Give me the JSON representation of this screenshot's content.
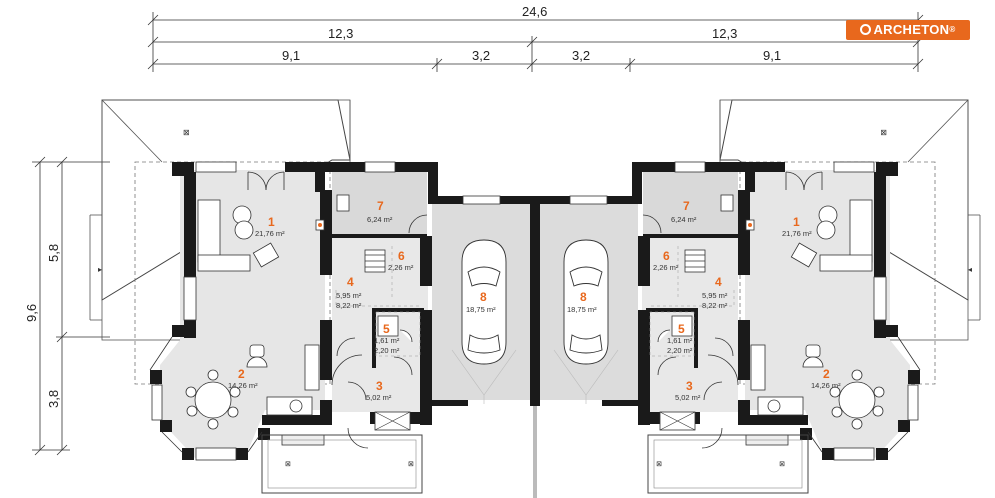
{
  "dimensions": {
    "total": "24,6",
    "halves": [
      "12,3",
      "12,3"
    ],
    "segments": [
      "9,1",
      "3,2",
      "3,2",
      "9,1"
    ],
    "vertical_total": "9,6",
    "vertical_parts": [
      "5,8",
      "3,8"
    ]
  },
  "logo": {
    "text": "ARCHETON",
    "mark": "®"
  },
  "left_unit": {
    "rooms": [
      {
        "num": "1",
        "area": "21,76 m²"
      },
      {
        "num": "2",
        "area": "14,26 m²"
      },
      {
        "num": "3",
        "area": "5,02 m²"
      },
      {
        "num": "4",
        "area": "5,95 m²",
        "area2": "8,22 m²"
      },
      {
        "num": "5",
        "area": "1,61 m²",
        "area2": "2,20 m²"
      },
      {
        "num": "6",
        "area": "2,26 m²"
      },
      {
        "num": "7",
        "area": "6,24 m²"
      },
      {
        "num": "8",
        "area": "18,75 m²"
      }
    ]
  },
  "right_unit": {
    "rooms": [
      {
        "num": "1",
        "area": "21,76 m²"
      },
      {
        "num": "2",
        "area": "14,26 m²"
      },
      {
        "num": "3",
        "area": "5,02 m²"
      },
      {
        "num": "4",
        "area": "5,95 m²",
        "area2": "8,22 m²"
      },
      {
        "num": "5",
        "area": "1,61 m²",
        "area2": "2,20 m²"
      },
      {
        "num": "6",
        "area": "2,26 m²"
      },
      {
        "num": "7",
        "area": "6,24 m²"
      },
      {
        "num": "8",
        "area": "18,75 m²"
      }
    ]
  },
  "colors": {
    "accent": "#e8681d",
    "walls": "#1a1a1a",
    "floor": "#e6e6e6",
    "bath": "#c9d6ea"
  }
}
